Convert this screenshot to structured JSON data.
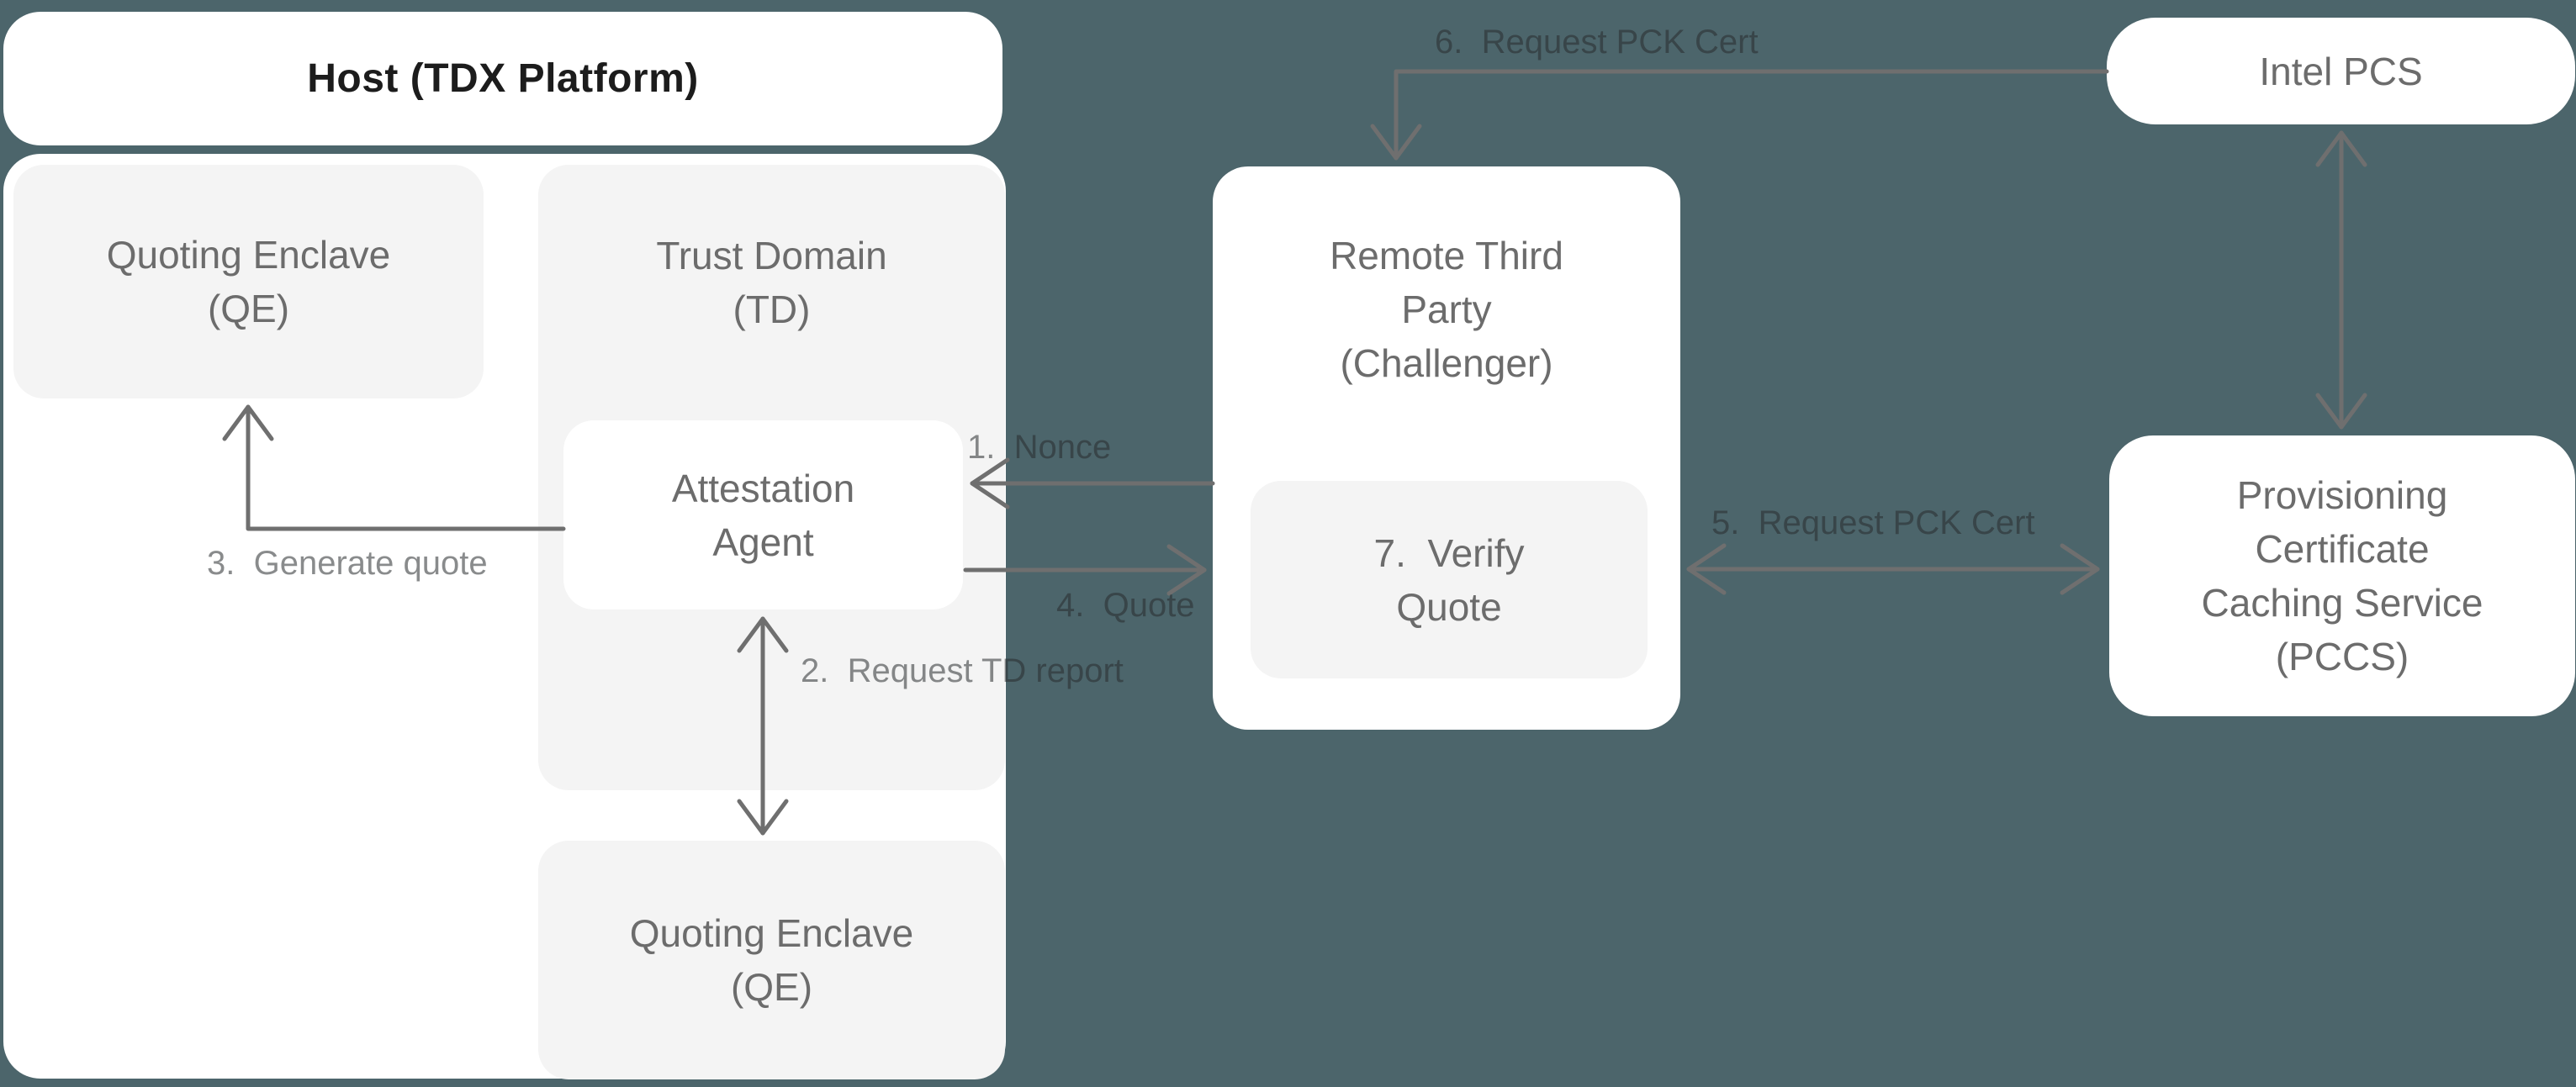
{
  "diagram_title": "Host (TDX Platform)",
  "colors": {
    "background": "#4c656b",
    "panel_white": "#ffffff",
    "node_gray": "#f4f4f4",
    "node_white": "#ffffff",
    "host_title_text": "#1c1c1c",
    "node_text": "#6c6c6c",
    "arrow_line": "#6f6f6f",
    "edge_label_text": "rgba(40,44,45,0.55)"
  },
  "nodes": {
    "host": {
      "title": "Host (TDX Platform)"
    },
    "qe_top": {
      "lines": [
        "Quoting Enclave",
        "(QE)"
      ]
    },
    "td": {
      "lines": [
        "Trust Domain",
        "(TD)"
      ]
    },
    "aa": {
      "lines": [
        "Attestation",
        "Agent"
      ]
    },
    "qe_bottom": {
      "lines": [
        "Quoting Enclave",
        "(QE)"
      ]
    },
    "rtp": {
      "lines": [
        "Remote Third",
        "Party",
        "(Challenger)"
      ]
    },
    "verify": {
      "lines": [
        "7.  Verify",
        "Quote"
      ]
    },
    "intel": {
      "label": "Intel PCS"
    },
    "pccs": {
      "lines": [
        "Provisioning",
        "Certificate",
        "Caching Service",
        "(PCCS)"
      ]
    }
  },
  "edges": {
    "nonce": "1.  Nonce",
    "request_td_report": "2.  Request TD report",
    "generate_quote": "3.  Generate quote",
    "quote": "4.  Quote",
    "request_pck_cert_pccs": "5.  Request PCK Cert",
    "request_pck_cert_intel": "6.  Request PCK Cert"
  }
}
